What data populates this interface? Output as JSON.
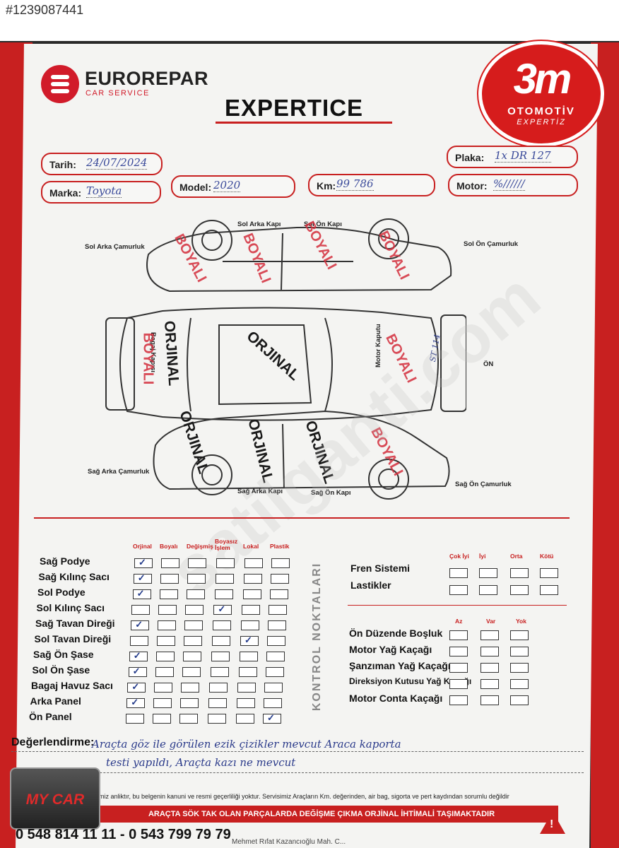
{
  "listing_id": "#1239087441",
  "brand": {
    "name": "EUROREPAR",
    "sub": "CAR SERVICE"
  },
  "title": "EXPERTICE",
  "seal": {
    "mark": "3m",
    "name": "OTOMOTİV",
    "sub": "EXPERTİZ"
  },
  "fields": {
    "tarih": {
      "label": "Tarih:",
      "value": "24/07/2024"
    },
    "plaka": {
      "label": "Plaka:",
      "value": "1x DR 127"
    },
    "marka": {
      "label": "Marka:",
      "value": "Toyota"
    },
    "model": {
      "label": "Model:",
      "value": "2020"
    },
    "km": {
      "label": "Km:",
      "value": "99 786"
    },
    "motor": {
      "label": "Motor:",
      "value": "%//////"
    }
  },
  "car_labels": {
    "sol_arka_kapi": "Sol Arka Kapı",
    "sol_on_kapi": "Sol Ön Kapı",
    "sol_arka_camurluk": "Sol Arka Çamurluk",
    "sol_on_camurluk": "Sol Ön Çamurluk",
    "bagaj_kapisi": "Bagaj Kapısı",
    "motor_kaputu": "Motor Kaputu",
    "on": "ÖN",
    "sag_arka_camurluk": "Sağ Arka Çamurluk",
    "sag_on_camurluk": "Sağ Ön Çamurluk",
    "sag_arka_kapi": "Sağ Arka Kapı",
    "sag_on_kapi": "Sağ Ön Kapı"
  },
  "stamps": {
    "boyali": "BOYALI",
    "orjinal": "ORJINAL",
    "hw_note": "ST 114"
  },
  "checklist": {
    "columns": [
      "Orjinal",
      "Boyalı",
      "Değişmiş",
      "Boyasız İşlem",
      "Lokal",
      "Plastik"
    ],
    "rows": [
      {
        "label": "Sağ Podye",
        "checked": 0
      },
      {
        "label": "Sağ Kılınç Sacı",
        "checked": 0
      },
      {
        "label": "Sol Podye",
        "checked": 0
      },
      {
        "label": "Sol Kılınç Sacı",
        "checked": 3
      },
      {
        "label": "Sağ Tavan Direği",
        "checked": 0
      },
      {
        "label": "Sol Tavan Direği",
        "checked": 4
      },
      {
        "label": "Sağ Ön Şase",
        "checked": 0
      },
      {
        "label": "Sol Ön Şase",
        "checked": 0
      },
      {
        "label": "Bagaj Havuz Sacı",
        "checked": 0
      },
      {
        "label": "Arka Panel",
        "checked": 0
      },
      {
        "label": "Ön Panel",
        "checked": 5
      }
    ]
  },
  "control_points": "KONTROL NOKTALARI",
  "brakes": {
    "columns": [
      "Çok İyi",
      "İyi",
      "Orta",
      "Kötü"
    ],
    "rows": [
      {
        "label": "Fren Sistemi"
      },
      {
        "label": "Lastikler"
      }
    ]
  },
  "leaks": {
    "columns": [
      "Az",
      "Var",
      "Yok"
    ],
    "rows": [
      {
        "label": "Ön Düzende Boşluk"
      },
      {
        "label": "Motor Yağ Kaçağı"
      },
      {
        "label": "Şanzıman Yağ Kaçağı"
      },
      {
        "label": "Direksiyon Kutusu Yağ Kaçağı"
      },
      {
        "label": "Motor Conta Kaçağı"
      }
    ]
  },
  "evaluation": {
    "label": "Değerlendirme:",
    "line1": "Araçta göz ile görülen ezik çizikler mevcut Araca kaporta",
    "line2": "testi yapıldı, Araçta kazı ne mevcut"
  },
  "disclaimer": "miz anliktır, bu belgenin kanuni ve resmi geçerliliği yoktur. Servisimiz Araçların Km. değerinden, air bag, sigorta ve pert kaydından sorumlu değildir",
  "footer_warning": "ARAÇTA SÖK TAK OLAN PARÇALARDA DEĞİŞME ÇIKMA ORJİNAL İHTİMALİ TAŞIMAKTADIR",
  "phone": "0 548 814 11 11 - 0 543 799 79 79",
  "person": "Mehmet Rıfat Kazancıoğlu Mah. C...",
  "dealer": "MY CAR",
  "watermark": "satilganti.com",
  "colors": {
    "accent_red": "#c82020",
    "ink_blue": "#2a3a8a",
    "stamp_red": "#d42e3c"
  }
}
